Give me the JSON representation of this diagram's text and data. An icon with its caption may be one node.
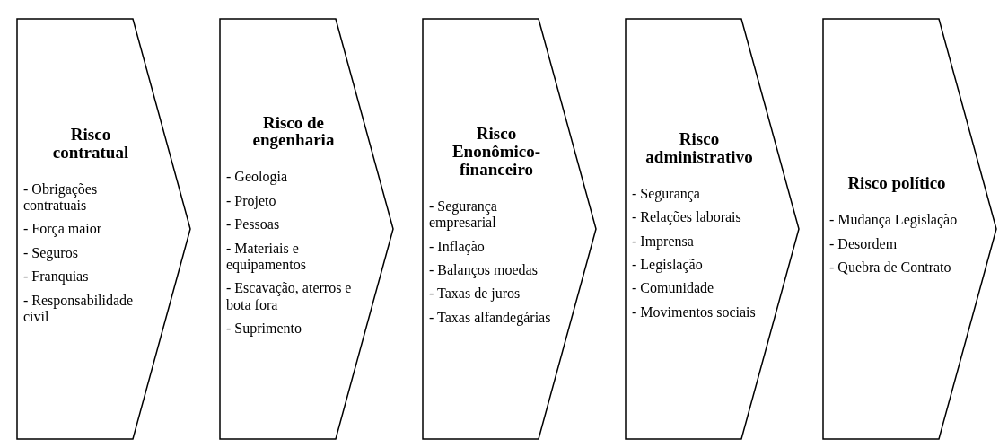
{
  "diagram": {
    "nodes": [
      {
        "text": [
          "Risco contratual",
          "- Obrigações contratuais",
          "- Força maior",
          "- Seguros",
          "- Franquias",
          "- Responsabilidade civil"
        ]
      },
      {
        "text": [
          "Risco de engenharia",
          "- Geologia",
          "- Projeto",
          "- Pessoas",
          "- Materiais e equipamentos",
          "- Escavação, aterros e bota fora",
          "- Suprimento"
        ]
      },
      {
        "text": [
          "Risco Enonômico-financeiro",
          "- Segurança empresarial",
          "- Inflação",
          "- Balanços moedas",
          "- Taxas de juros",
          "- Taxas alfandegárias"
        ]
      },
      {
        "text": [
          "Risco administrativo",
          "- Segurança",
          "- Relações laborais",
          "- Imprensa",
          "- Legislação",
          "- Comunidade",
          "- Movimentos sociais"
        ]
      },
      {
        "text": [
          "Risco político",
          "- Mudança Legislação",
          "- Desordem",
          "- Quebra de Contrato"
        ]
      }
    ],
    "edges": []
  }
}
